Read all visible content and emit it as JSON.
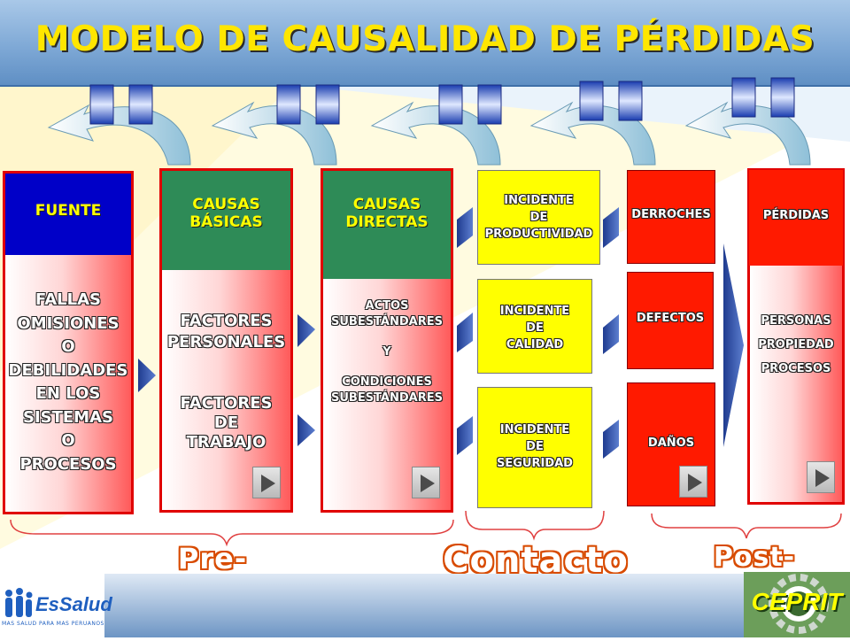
{
  "title": "MODELO DE CAUSALIDAD DE PÉRDIDAS",
  "columns": {
    "fuente": {
      "head": "FUENTE",
      "body": [
        "FALLAS",
        "OMISIONES",
        "O",
        "DEBILIDADES",
        "EN LOS",
        "SISTEMAS",
        "O",
        "PROCESOS"
      ]
    },
    "basicas": {
      "head": [
        "CAUSAS",
        "BÁSICAS"
      ],
      "body1": [
        "FACTORES",
        "PERSONALES"
      ],
      "body2": [
        "FACTORES",
        "DE",
        "TRABAJO"
      ]
    },
    "directas": {
      "head": [
        "CAUSAS",
        "DIRECTAS"
      ],
      "body": [
        "ACTOS",
        "SUBESTÁNDARES",
        "Y",
        "CONDICIONES",
        "SUBESTÁNDARES"
      ]
    },
    "incidentes": {
      "productividad": [
        "INCIDENTE",
        "DE",
        "PRODUCTIVIDAD"
      ],
      "calidad": [
        "INCIDENTE",
        "DE",
        "CALIDAD"
      ],
      "seguridad": [
        "INCIDENTE",
        "DE",
        "SEGURIDAD"
      ]
    },
    "consecuencias": {
      "derroches": "DERROCHES",
      "defectos": "DEFECTOS",
      "danos": "DAÑOS"
    },
    "perdidas": {
      "head": "PÉRDIDAS",
      "body": [
        "PERSONAS",
        "PROPIEDAD",
        "PROCESOS"
      ]
    }
  },
  "phases": {
    "pre": "Pre-Contacto",
    "contacto": "Contacto",
    "post": "Post-Contacto"
  },
  "logos": {
    "essalud": "EsSalud",
    "essalud_tagline": "MAS SALUD PARA MAS PERUANOS",
    "cepirt": "CEPRIT"
  },
  "colors": {
    "title": "#ffe600",
    "frame_red": "#e00000",
    "fuente_head": "#0000c8",
    "causas_head": "#2e8b57",
    "incident_yellow": "#ffff00",
    "consequence_red": "#ff1a00",
    "phase_outline": "#d84b00"
  },
  "icons": [
    "feedback-arrow-icon",
    "pause-icon",
    "play-icon",
    "flow-arrow-icon",
    "brace-icon"
  ]
}
